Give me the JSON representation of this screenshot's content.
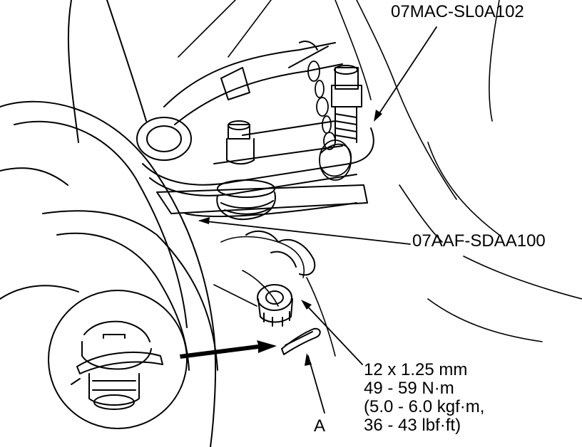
{
  "labels": {
    "tool_top": "07MAC-SL0A102",
    "tool_middle": "07AAF-SDAA100",
    "callout_a": "A"
  },
  "spec": {
    "size": "12 x 1.25 mm",
    "torque_nm": "49 - 59 N·m",
    "torque_kgf": "(5.0 - 6.0 kgf·m,",
    "torque_lbf": "36 - 43 lbf·ft)"
  }
}
